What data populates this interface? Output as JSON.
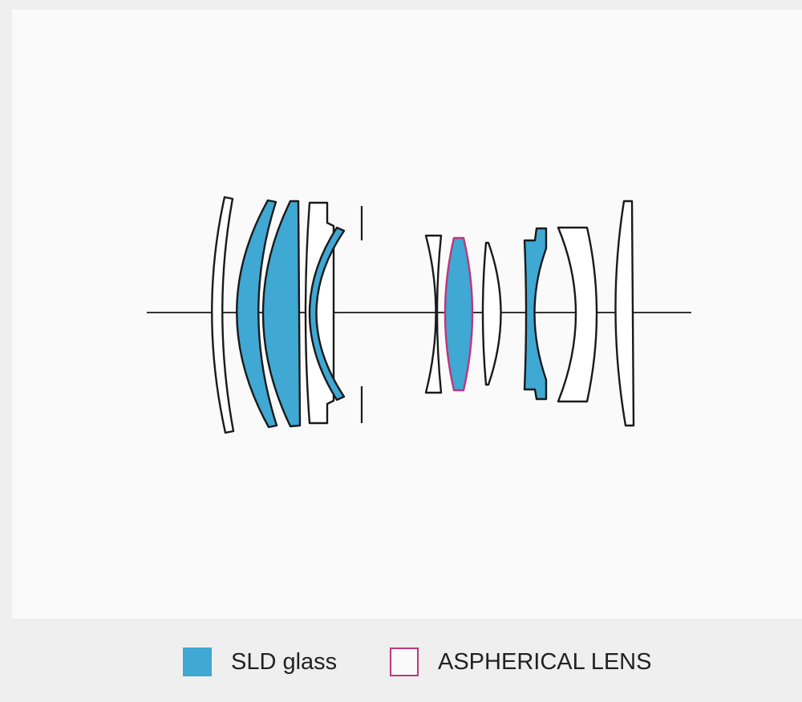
{
  "colors": {
    "sld_fill": "#3fa8d3",
    "aspherical_outline": "#c0357a",
    "lens_outline": "#1a1a1a",
    "background": "#fafafa",
    "frame": "#efefef"
  },
  "legend": {
    "sld_label": "SLD glass",
    "aspherical_label": "ASPHERICAL LENS"
  },
  "lens_elements": [
    {
      "id": 1,
      "group": "front",
      "sld": false,
      "aspherical": false
    },
    {
      "id": 2,
      "group": "front",
      "sld": true,
      "aspherical": false
    },
    {
      "id": 3,
      "group": "front",
      "sld": true,
      "aspherical": false
    },
    {
      "id": 4,
      "group": "front",
      "sld": false,
      "aspherical": false
    },
    {
      "id": 5,
      "group": "front",
      "sld": true,
      "aspherical": false
    },
    {
      "id": 6,
      "group": "rear",
      "sld": false,
      "aspherical": false
    },
    {
      "id": 7,
      "group": "rear",
      "sld": true,
      "aspherical": true
    },
    {
      "id": 8,
      "group": "rear",
      "sld": false,
      "aspherical": false
    },
    {
      "id": 9,
      "group": "rear",
      "sld": true,
      "aspherical": false
    },
    {
      "id": 10,
      "group": "rear",
      "sld": false,
      "aspherical": false
    },
    {
      "id": 11,
      "group": "rear",
      "sld": false,
      "aspherical": false
    }
  ]
}
